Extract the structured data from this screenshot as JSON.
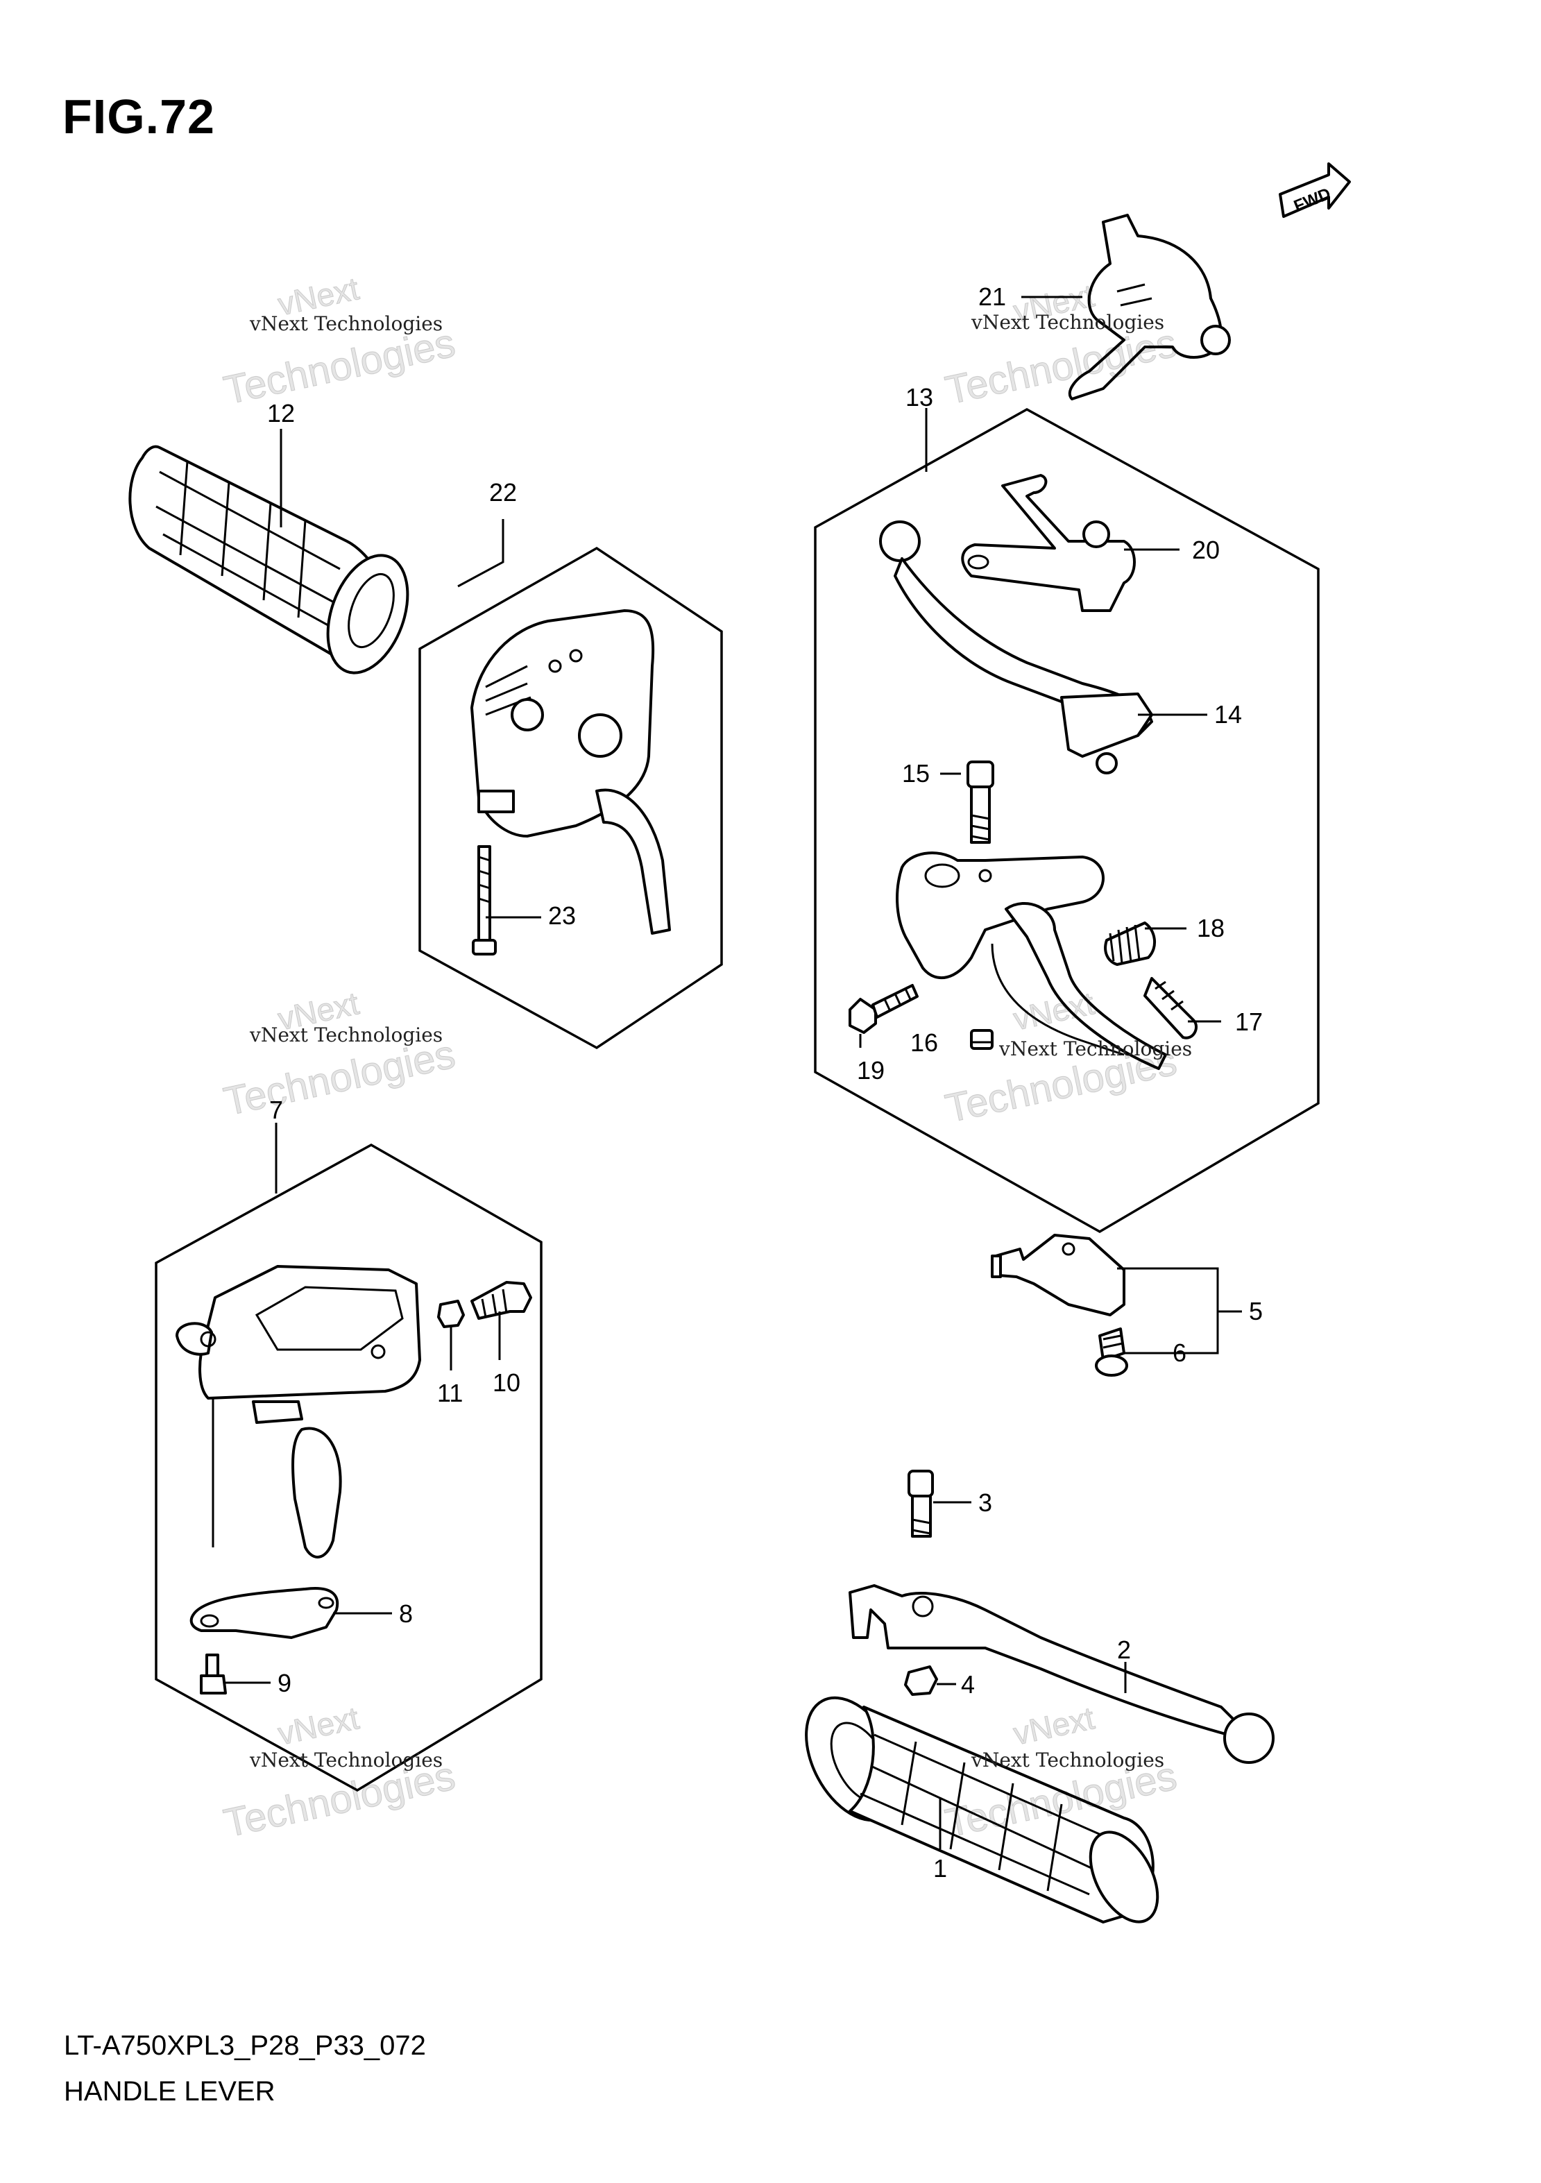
{
  "figure": {
    "title": "FIG.72",
    "model_code": "LT-A750XPL3_P28_P33_072",
    "name": "HANDLE LEVER",
    "direction_arrow": "FWD"
  },
  "callouts": [
    "1",
    "2",
    "3",
    "4",
    "5",
    "6",
    "7",
    "8",
    "9",
    "10",
    "11",
    "12",
    "13",
    "14",
    "15",
    "16",
    "17",
    "18",
    "19",
    "20",
    "21",
    "22",
    "23"
  ],
  "watermark": {
    "line1": "vNext",
    "line2": "vNext Technologies",
    "line3": "Technologies"
  }
}
